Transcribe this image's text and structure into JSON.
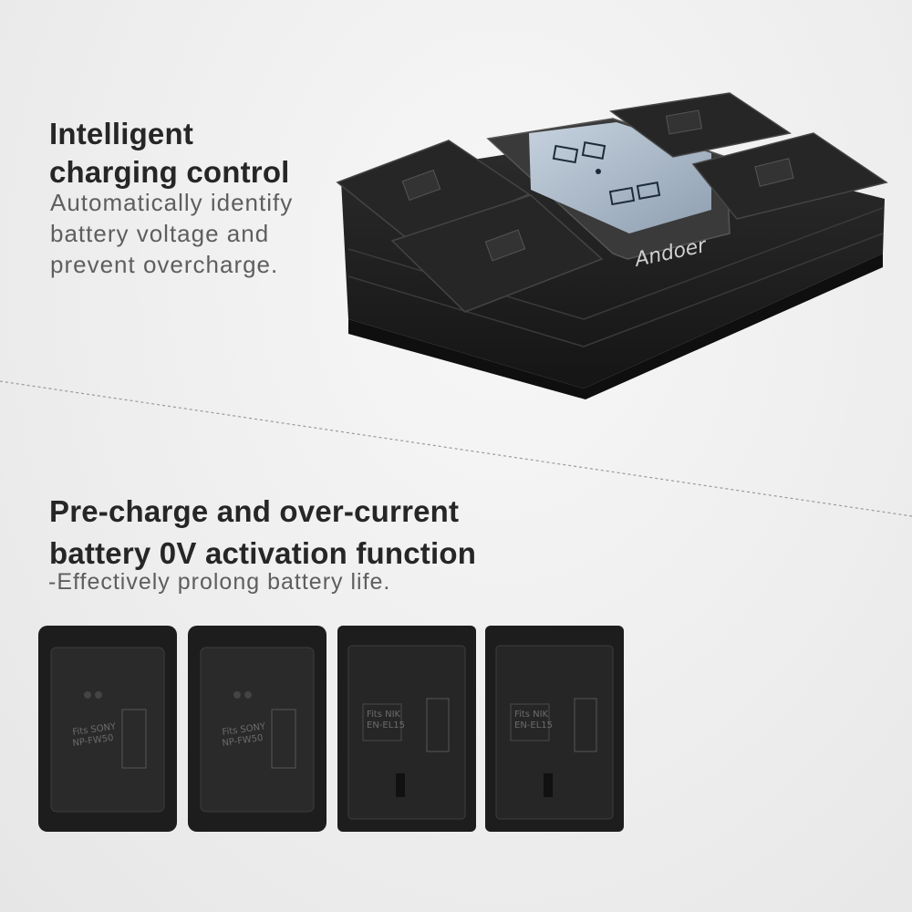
{
  "section1": {
    "title_line1": "Intelligent",
    "title_line2": "charging control",
    "desc_line1": "Automatically identify",
    "desc_line2": "battery voltage and",
    "desc_line3": "prevent overcharge."
  },
  "section2": {
    "title_line1": "Pre-charge and over-current",
    "title_line2": "battery 0V activation function",
    "subtitle": "-Effectively prolong battery life."
  },
  "charger": {
    "brand": "Andoer"
  },
  "plates": [
    {
      "label_line1": "Fits SONY",
      "label_line2": "NP-FW50"
    },
    {
      "label_line1": "Fits SONY",
      "label_line2": "NP-FW50"
    },
    {
      "label_line1": "Fits NIK",
      "label_line2": "EN-EL15"
    },
    {
      "label_line1": "Fits NIK",
      "label_line2": "EN-EL15"
    }
  ],
  "colors": {
    "background": "#f1f1f1",
    "heading": "#262626",
    "body_text": "#5e5e5e",
    "device": "#1f1f1f",
    "lcd": "#aab8c8"
  }
}
